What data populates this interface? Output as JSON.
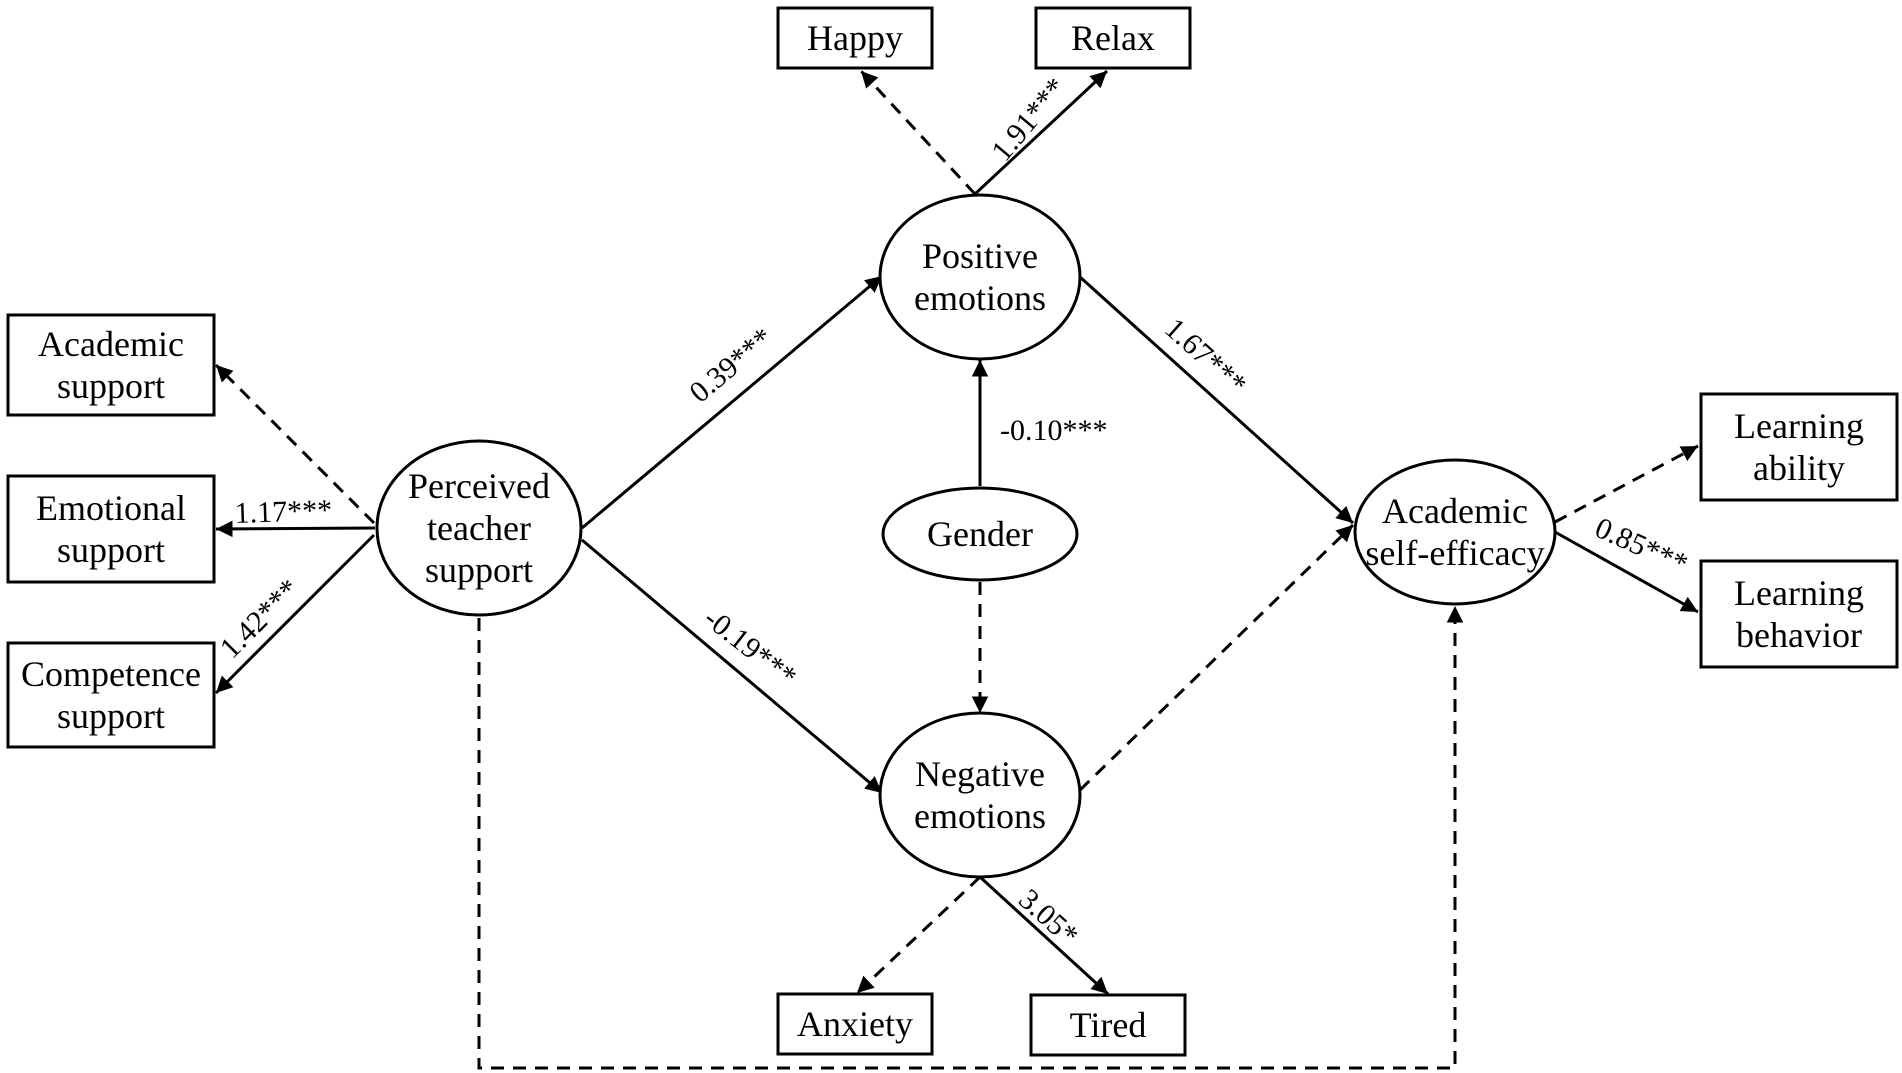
{
  "diagram": {
    "colors": {
      "stroke": "#000000",
      "background": "#ffffff"
    },
    "nodes": {
      "academic_support": {
        "lines": [
          "Academic",
          "support"
        ]
      },
      "emotional_support": {
        "lines": [
          "Emotional",
          "support"
        ]
      },
      "competence_support": {
        "lines": [
          "Competence",
          "support"
        ]
      },
      "perceived_teacher_support": {
        "lines": [
          "Perceived",
          "teacher",
          "support"
        ]
      },
      "positive_emotions": {
        "lines": [
          "Positive",
          "emotions"
        ]
      },
      "negative_emotions": {
        "lines": [
          "Negative",
          "emotions"
        ]
      },
      "gender": {
        "lines": [
          "Gender"
        ]
      },
      "academic_self_efficacy": {
        "lines": [
          "Academic",
          "self-efficacy"
        ]
      },
      "happy": {
        "lines": [
          "Happy"
        ]
      },
      "relax": {
        "lines": [
          "Relax"
        ]
      },
      "anxiety": {
        "lines": [
          "Anxiety"
        ]
      },
      "tired": {
        "lines": [
          "Tired"
        ]
      },
      "learning_ability": {
        "lines": [
          "Learning",
          "ability"
        ]
      },
      "learning_behavior": {
        "lines": [
          "Learning",
          "behavior"
        ]
      }
    },
    "edges": {
      "pts_to_academic_support": {
        "label": "",
        "style": "dashed"
      },
      "pts_to_emotional_support": {
        "label": "1.17***",
        "style": "solid"
      },
      "pts_to_competence_support": {
        "label": "1.42***",
        "style": "solid"
      },
      "pts_to_positive_emotions": {
        "label": "0.39***",
        "style": "solid"
      },
      "pts_to_negative_emotions": {
        "label": "-0.19***",
        "style": "solid"
      },
      "pts_to_self_efficacy": {
        "label": "",
        "style": "dashed"
      },
      "positive_to_happy": {
        "label": "",
        "style": "dashed"
      },
      "positive_to_relax": {
        "label": "1.91***",
        "style": "solid"
      },
      "gender_to_positive": {
        "label": "-0.10***",
        "style": "solid"
      },
      "gender_to_negative": {
        "label": "",
        "style": "dashed"
      },
      "positive_to_self_efficacy": {
        "label": "1.67***",
        "style": "solid"
      },
      "negative_to_self_efficacy": {
        "label": "",
        "style": "dashed"
      },
      "negative_to_anxiety": {
        "label": "",
        "style": "dashed"
      },
      "negative_to_tired": {
        "label": "3.05*",
        "style": "solid"
      },
      "self_efficacy_to_learning_ability": {
        "label": "",
        "style": "dashed"
      },
      "self_efficacy_to_learning_behavior": {
        "label": "0.85***",
        "style": "solid"
      }
    }
  }
}
